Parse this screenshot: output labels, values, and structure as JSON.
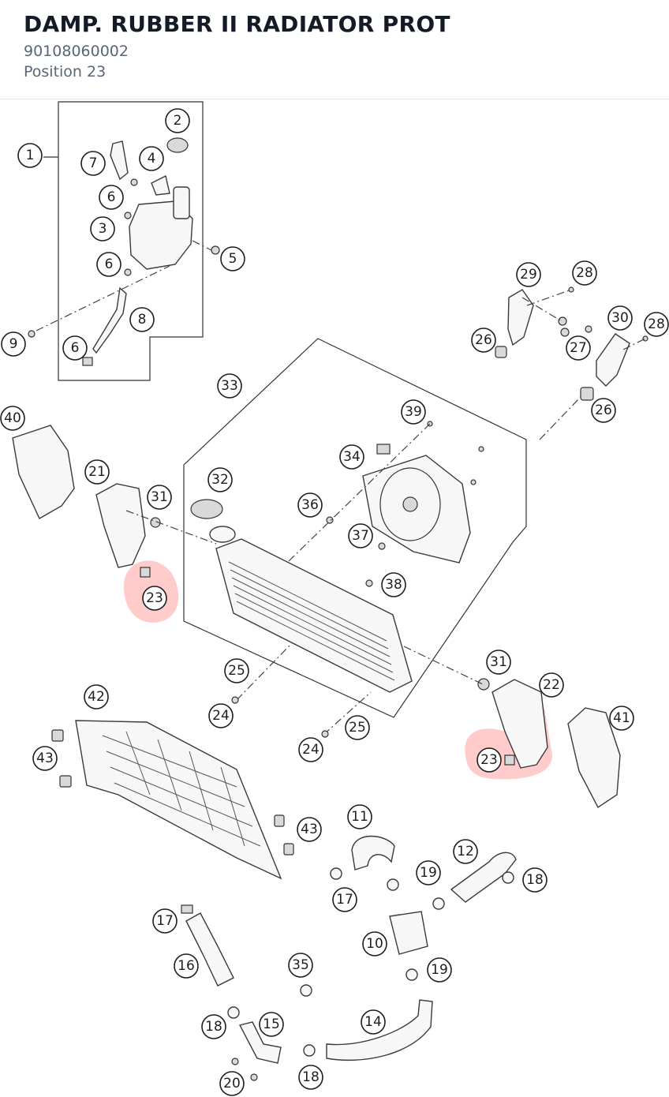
{
  "header": {
    "title": "DAMP. RUBBER II RADIATOR PROT",
    "part_number": "90108060002",
    "position": "Position 23"
  },
  "diagram": {
    "highlight_color": "#ff6b6b",
    "callouts": {
      "c1": "1",
      "c2": "2",
      "c3": "3",
      "c4": "4",
      "c5": "5",
      "c6a": "6",
      "c6b": "6",
      "c6c": "6",
      "c7": "7",
      "c8": "8",
      "c9": "9",
      "c10": "10",
      "c11": "11",
      "c12": "12",
      "c14": "14",
      "c15": "15",
      "c16": "16",
      "c17a": "17",
      "c17b": "17",
      "c18a": "18",
      "c18b": "18",
      "c18c": "18",
      "c19a": "19",
      "c19b": "19",
      "c20": "20",
      "c21": "21",
      "c22": "22",
      "c23a": "23",
      "c23b": "23",
      "c24a": "24",
      "c24b": "24",
      "c25a": "25",
      "c25b": "25",
      "c26a": "26",
      "c26b": "26",
      "c27": "27",
      "c28a": "28",
      "c28b": "28",
      "c29": "29",
      "c30": "30",
      "c31a": "31",
      "c31b": "31",
      "c32": "32",
      "c33": "33",
      "c34": "34",
      "c35": "35",
      "c36": "36",
      "c37": "37",
      "c38": "38",
      "c39": "39",
      "c40": "40",
      "c41": "41",
      "c42": "42",
      "c43a": "43",
      "c43b": "43"
    }
  }
}
